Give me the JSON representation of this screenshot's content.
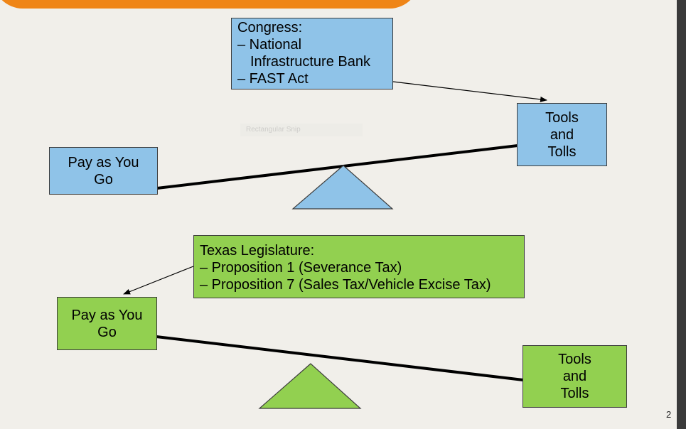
{
  "top_diagram": {
    "congress_box": {
      "lines": [
        "Congress:",
        "– National",
        "Infrastructure Bank",
        "– FAST Act"
      ]
    },
    "right_box": {
      "lines": [
        "Tools",
        "and",
        "Tolls"
      ]
    },
    "left_box": {
      "lines": [
        "Pay as You",
        "Go"
      ]
    }
  },
  "bottom_diagram": {
    "legislature_box": {
      "lines": [
        "Texas Legislature:",
        "– Proposition 1 (Severance Tax)",
        "– Proposition 7 (Sales Tax/Vehicle Excise Tax)"
      ]
    },
    "left_box": {
      "lines": [
        "Pay as You",
        "Go"
      ]
    },
    "right_box": {
      "lines": [
        "Tools",
        "and",
        "Tolls"
      ]
    }
  },
  "ghost_label": "Rectangular Snip",
  "page_number": "2",
  "colors": {
    "blue": "#8fc3e8",
    "green": "#92d050",
    "accent_orange": "#ef8517",
    "background": "#f1efea"
  }
}
